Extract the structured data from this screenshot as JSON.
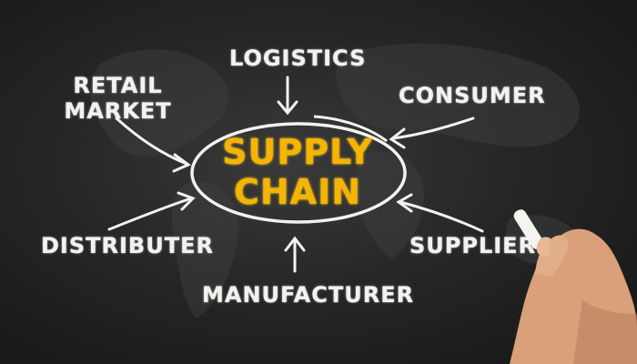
{
  "diagram": {
    "center": {
      "line1": "SUPPLY",
      "line2": "CHAIN"
    },
    "nodes": {
      "retail_market": {
        "line1": "RETAIL",
        "line2": "MARKET"
      },
      "logistics": "LOGISTICS",
      "consumer": "CONSUMER",
      "distributer": "DISTRIBUTER",
      "supplier": "SUPPLIER",
      "manufacturer": "MANUFACTURER"
    }
  },
  "colors": {
    "board": "#262626",
    "chalk_white": "#f2f2ee",
    "chalk_yellow": "#f4b400",
    "hand_skin": "#d9a07a"
  }
}
